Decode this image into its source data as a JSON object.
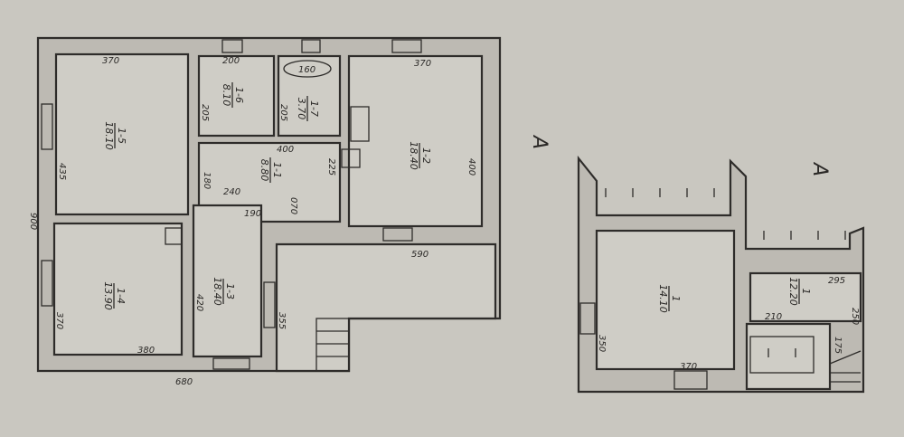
{
  "plan_main": {
    "rooms": [
      {
        "id": "1-5",
        "area": "18.10"
      },
      {
        "id": "1-6",
        "area": "8.10"
      },
      {
        "id": "1-7",
        "area": "3.70"
      },
      {
        "id": "1-1",
        "area": "8.80"
      },
      {
        "id": "1-2",
        "area": "18.40"
      },
      {
        "id": "1-4",
        "area": "13.90"
      },
      {
        "id": "1-3",
        "area": "18.40"
      }
    ],
    "dims": {
      "r15_w": "370",
      "r15_h": "435",
      "total_h": "900",
      "r16_w": "200",
      "r16_h": "205",
      "r17_w": "160",
      "r17_h": "205",
      "r11_w": "400",
      "r11_h": "225",
      "r11_h2": "180",
      "r11_w2": "240",
      "r11_d": "070",
      "r13_w": "190",
      "r13_h": "420",
      "r12_w": "370",
      "r12_h": "400",
      "r12_w2": "590",
      "r14_h": "370",
      "r14_w": "380",
      "ver_h": "355",
      "total_w": "680"
    },
    "litera": "А"
  },
  "plan_second": {
    "rooms": [
      {
        "id": "1",
        "area": "14.10"
      },
      {
        "id": "1",
        "area": "12.20"
      }
    ],
    "dims": {
      "a_h": "350",
      "a_w": "370",
      "b_w": "295",
      "b_w2": "210",
      "b_h": "250",
      "stair": "175"
    },
    "litera": "А"
  },
  "colors": {
    "paper": "#c9c7c0",
    "ink": "#2e2c2a"
  }
}
